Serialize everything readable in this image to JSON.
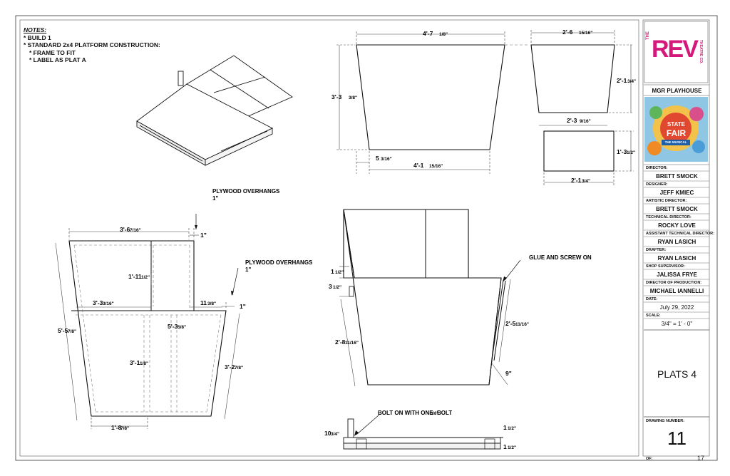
{
  "notes": {
    "title": "NOTES:",
    "lines": [
      "* BUILD 1",
      "* STANDARD 2x4 PLATFORM CONSTRUCTION:"
    ],
    "sub_lines": [
      "*    FRAME TO FIT",
      "*    LABEL AS PLAT A"
    ]
  },
  "logo": {
    "the": "THE",
    "rev": "REV",
    "theatre_co": "THEATRE CO."
  },
  "venue": "MGR PLAYHOUSE",
  "poster": {
    "line1": "STATE",
    "line2": "FAIR",
    "ribbon": "THE MUSICAL"
  },
  "credits": [
    {
      "label": "DIRECTOR:",
      "value": "BRETT SMOCK"
    },
    {
      "label": "DESIGNER:",
      "value": "JEFF KMIEC"
    },
    {
      "label": "ARTISTIC DIRECTOR:",
      "value": "BRETT SMOCK"
    },
    {
      "label": "TECHNICAL DIRECTOR:",
      "value": "ROCKY LOVE"
    },
    {
      "label": "ASSISTANT TECHNICAL DIRECTOR:",
      "value": "RYAN LASICH"
    },
    {
      "label": "DRAFTER:",
      "value": "RYAN LASICH"
    },
    {
      "label": "SHOP SUPERVISOR:",
      "value": "JALISSA FRYE"
    },
    {
      "label": "DIRECTOR OF PRODUCTION:",
      "value": "MICHAEL IANNELLI"
    },
    {
      "label": "DATE:",
      "value": "July 29, 2022"
    },
    {
      "label": "SCALE:",
      "value": "3/4\" = 1' - 0\""
    }
  ],
  "sheet_title": "PLATS 4",
  "drawing_number_label": "DRAWING NUMBER:",
  "drawing_number": "11",
  "of_label": "OF:",
  "total_sheets": "17",
  "dims": {
    "top_w": "4'-7",
    "top_w_frac": "1/8\"",
    "top_left_h": "3'-3",
    "top_left_h_frac": "3/8\"",
    "bot_off": "5",
    "bot_off_frac": "3/16\"",
    "bot_w": "4'-1",
    "bot_w_frac": "15/16\"",
    "r_top_w": "2'-6",
    "r_top_w_frac": "15/16\"",
    "r_h": "2'-1",
    "r_h_frac": "3/4\"",
    "r_bot_w": "2'-3",
    "r_bot_w_frac": "9/16\"",
    "rect_h": "1'-3",
    "rect_h_frac": "1/2\"",
    "rect_w": "2'-1",
    "rect_w_frac": "3/4\"",
    "plan_top": "3'-6",
    "plan_top_frac": "7/16\"",
    "one_in_a": "1\"",
    "plan_mid_h": "1'-11",
    "plan_mid_h_frac": "1/2\"",
    "plan_left_h": "5'-5",
    "plan_left_h_frac": "7/8\"",
    "plan_w2": "3'-3",
    "plan_w2_frac": "3/16\"",
    "plan_small": "11",
    "plan_small_frac": "3/8\"",
    "one_in_b": "1\"",
    "plan_center_h": "5'-3",
    "plan_center_h_frac": "5/8\"",
    "plan_low_h": "3'-1",
    "plan_low_h_frac": "1/8\"",
    "plan_right_h": "3'-2",
    "plan_right_h_frac": "7/8\"",
    "plan_bot_w": "1'-8",
    "plan_bot_w_frac": "7/8\"",
    "el_a": "1",
    "el_a_frac": "1/2\"",
    "el_b": "3",
    "el_b_frac": "1/2\"",
    "el_left_h": "2'-8",
    "el_left_h_frac": "11/16\"",
    "el_right_h": "2'-5",
    "el_right_h_frac": "11/16\"",
    "el_nine": "9\"",
    "sec_h": "10",
    "sec_h_frac": "3/4\"",
    "sec_a": "1",
    "sec_a_frac": "1/2\"",
    "sec_b": "1",
    "sec_b_frac": "1/2\""
  },
  "callouts": {
    "plywood_1": "PLYWOOD OVERHANGS",
    "plywood_1_val": "1\"",
    "plywood_2": "PLYWOOD OVERHANGS",
    "plywood_2_val": "1\"",
    "glue": "GLUE AND SCREW ON",
    "bolt": "BOLT ON WITH ONE",
    "bolt_frac": "3/8\"",
    "bolt_end": "BOLT"
  }
}
